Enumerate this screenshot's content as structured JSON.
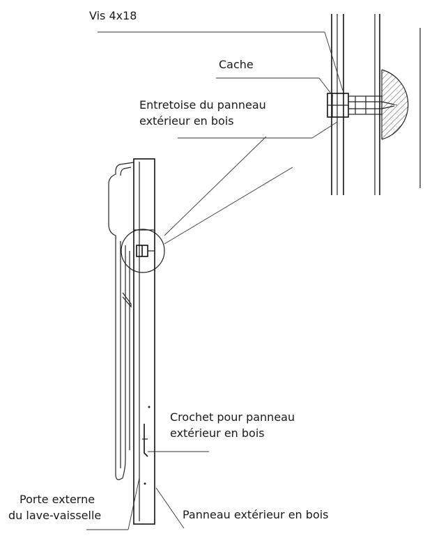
{
  "labels": {
    "screw": "Vis 4x18",
    "cover": "Cache",
    "spacer_line1": "Entretoise du panneau",
    "spacer_line2": "extérieur en bois",
    "hook_line1": "Crochet pour panneau",
    "hook_line2": "extérieur en bois",
    "door_line1": "Porte externe",
    "door_line2": "du lave-vaisselle",
    "panel": "Panneau extérieur en bois"
  },
  "colors": {
    "line": "#222222",
    "hatch": "#444444",
    "background": "#ffffff"
  }
}
